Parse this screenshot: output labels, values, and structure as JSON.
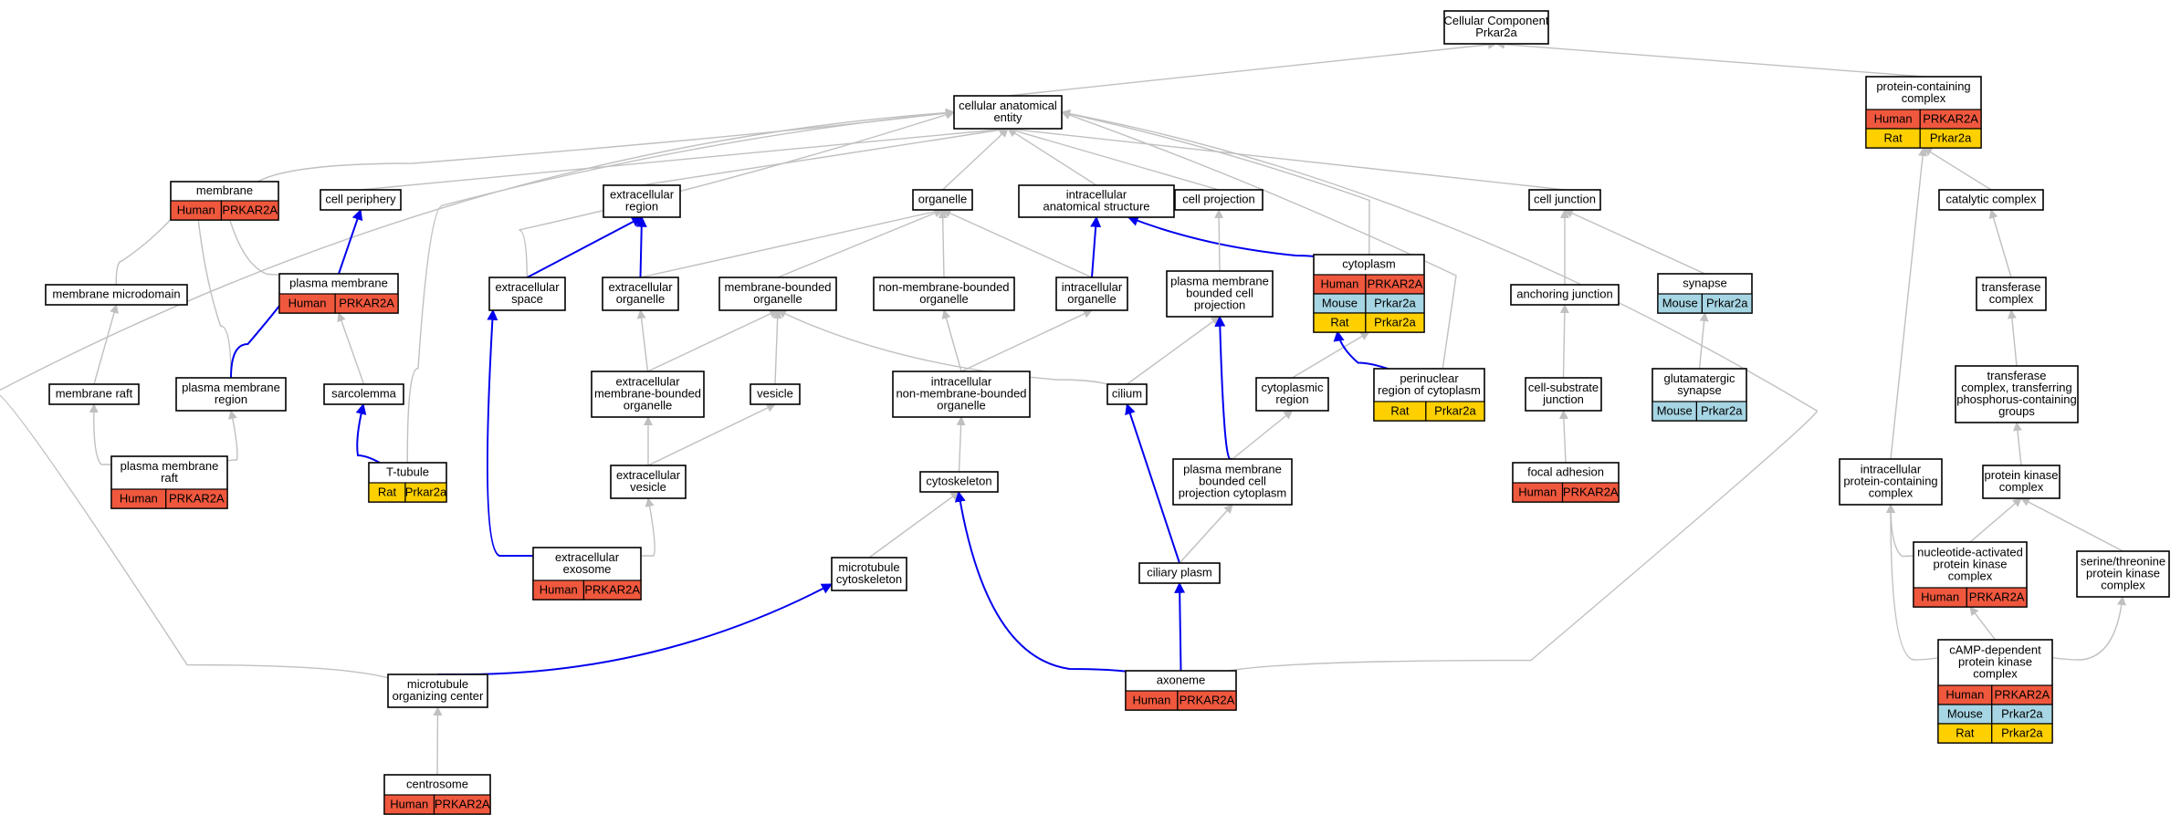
{
  "colors": {
    "Human": "#f0583e",
    "Mouse": "#a6d5e3",
    "Rat": "#ffd000",
    "edge_gray": "#c0c0c0",
    "edge_blue": "#0000ee"
  },
  "nodes": [
    {
      "id": "root",
      "lines": [
        "Cellular Component",
        "Prkar2a"
      ]
    },
    {
      "id": "cae",
      "lines": [
        "cellular anatomical",
        "entity"
      ]
    },
    {
      "id": "pcc",
      "lines": [
        "protein-containing",
        "complex"
      ],
      "rows": [
        [
          "Human",
          "PRKAR2A"
        ],
        [
          "Rat",
          "Prkar2a"
        ]
      ]
    },
    {
      "id": "membrane",
      "lines": [
        "membrane"
      ],
      "rows": [
        [
          "Human",
          "PRKAR2A"
        ]
      ]
    },
    {
      "id": "cellperiph",
      "lines": [
        "cell periphery"
      ]
    },
    {
      "id": "extreg",
      "lines": [
        "extracellular",
        "region"
      ]
    },
    {
      "id": "organelle",
      "lines": [
        "organelle"
      ]
    },
    {
      "id": "ias",
      "lines": [
        "intracellular",
        "anatomical structure"
      ]
    },
    {
      "id": "cellproj",
      "lines": [
        "cell projection"
      ]
    },
    {
      "id": "celljunc",
      "lines": [
        "cell junction"
      ]
    },
    {
      "id": "catcomp",
      "lines": [
        "catalytic complex"
      ]
    },
    {
      "id": "memmicro",
      "lines": [
        "membrane microdomain"
      ]
    },
    {
      "id": "plasmamem",
      "lines": [
        "plasma membrane"
      ],
      "rows": [
        [
          "Human",
          "PRKAR2A"
        ]
      ]
    },
    {
      "id": "extspace",
      "lines": [
        "extracellular",
        "space"
      ]
    },
    {
      "id": "extorg",
      "lines": [
        "extracellular",
        "organelle"
      ]
    },
    {
      "id": "mbo",
      "lines": [
        "membrane-bounded",
        "organelle"
      ]
    },
    {
      "id": "nmbo",
      "lines": [
        "non-membrane-bounded",
        "organelle"
      ]
    },
    {
      "id": "intorg",
      "lines": [
        "intracellular",
        "organelle"
      ]
    },
    {
      "id": "pmbcp",
      "lines": [
        "plasma membrane",
        "bounded cell",
        "projection"
      ]
    },
    {
      "id": "cytoplasm",
      "lines": [
        "cytoplasm"
      ],
      "rows": [
        [
          "Human",
          "PRKAR2A"
        ],
        [
          "Mouse",
          "Prkar2a"
        ],
        [
          "Rat",
          "Prkar2a"
        ]
      ]
    },
    {
      "id": "anchjunc",
      "lines": [
        "anchoring junction"
      ]
    },
    {
      "id": "synapse",
      "lines": [
        "synapse"
      ],
      "rows": [
        [
          "Mouse",
          "Prkar2a"
        ]
      ]
    },
    {
      "id": "transcomp",
      "lines": [
        "transferase",
        "complex"
      ]
    },
    {
      "id": "memraft",
      "lines": [
        "membrane raft"
      ]
    },
    {
      "id": "pmregion",
      "lines": [
        "plasma membrane",
        "region"
      ]
    },
    {
      "id": "sarcolemma",
      "lines": [
        "sarcolemma"
      ]
    },
    {
      "id": "embo",
      "lines": [
        "extracellular",
        "membrane-bounded",
        "organelle"
      ]
    },
    {
      "id": "vesicle",
      "lines": [
        "vesicle"
      ]
    },
    {
      "id": "inmbo",
      "lines": [
        "intracellular",
        "non-membrane-bounded",
        "organelle"
      ]
    },
    {
      "id": "cilium",
      "lines": [
        "cilium"
      ]
    },
    {
      "id": "cytoreg",
      "lines": [
        "cytoplasmic",
        "region"
      ]
    },
    {
      "id": "perinuc",
      "lines": [
        "perinuclear",
        "region of cytoplasm"
      ],
      "rows": [
        [
          "Rat",
          "Prkar2a"
        ]
      ]
    },
    {
      "id": "csjunc",
      "lines": [
        "cell-substrate",
        "junction"
      ]
    },
    {
      "id": "glusyn",
      "lines": [
        "glutamatergic",
        "synapse"
      ],
      "rows": [
        [
          "Mouse",
          "Prkar2a"
        ]
      ]
    },
    {
      "id": "tctp",
      "lines": [
        "transferase",
        "complex, transferring",
        "phosphorus-containing",
        "groups"
      ]
    },
    {
      "id": "pmraft",
      "lines": [
        "plasma membrane",
        "raft"
      ],
      "rows": [
        [
          "Human",
          "PRKAR2A"
        ]
      ]
    },
    {
      "id": "ttubule",
      "lines": [
        "T-tubule"
      ],
      "rows": [
        [
          "Rat",
          "Prkar2a"
        ]
      ]
    },
    {
      "id": "extves",
      "lines": [
        "extracellular",
        "vesicle"
      ]
    },
    {
      "id": "cytoskel",
      "lines": [
        "cytoskeleton"
      ]
    },
    {
      "id": "pmbcpc",
      "lines": [
        "plasma membrane",
        "bounded cell",
        "projection cytoplasm"
      ]
    },
    {
      "id": "focadh",
      "lines": [
        "focal adhesion"
      ],
      "rows": [
        [
          "Human",
          "PRKAR2A"
        ]
      ]
    },
    {
      "id": "ipcc",
      "lines": [
        "intracellular",
        "protein-containing",
        "complex"
      ]
    },
    {
      "id": "pkc",
      "lines": [
        "protein kinase",
        "complex"
      ]
    },
    {
      "id": "exosome",
      "lines": [
        "extracellular",
        "exosome"
      ],
      "rows": [
        [
          "Human",
          "PRKAR2A"
        ]
      ]
    },
    {
      "id": "mtcyto",
      "lines": [
        "microtubule",
        "cytoskeleton"
      ]
    },
    {
      "id": "cilplasm",
      "lines": [
        "ciliary plasm"
      ]
    },
    {
      "id": "napkc",
      "lines": [
        "nucleotide-activated",
        "protein kinase",
        "complex"
      ],
      "rows": [
        [
          "Human",
          "PRKAR2A"
        ]
      ]
    },
    {
      "id": "stpkc",
      "lines": [
        "serine/threonine",
        "protein kinase",
        "complex"
      ]
    },
    {
      "id": "mtoc",
      "lines": [
        "microtubule",
        "organizing center"
      ]
    },
    {
      "id": "axoneme",
      "lines": [
        "axoneme"
      ],
      "rows": [
        [
          "Human",
          "PRKAR2A"
        ]
      ]
    },
    {
      "id": "camp",
      "lines": [
        "cAMP-dependent",
        "protein kinase",
        "complex"
      ],
      "rows": [
        [
          "Human",
          "PRKAR2A"
        ],
        [
          "Mouse",
          "Prkar2a"
        ],
        [
          "Rat",
          "Prkar2a"
        ]
      ]
    },
    {
      "id": "centrosome",
      "lines": [
        "centrosome"
      ],
      "rows": [
        [
          "Human",
          "PRKAR2A"
        ]
      ]
    }
  ],
  "edges": [
    {
      "from": "cae",
      "to": "root",
      "color": "gray"
    },
    {
      "from": "pcc",
      "to": "root",
      "color": "gray"
    },
    {
      "from": "membrane",
      "to": "cae",
      "color": "gray"
    },
    {
      "from": "cellperiph",
      "to": "cae",
      "color": "gray"
    },
    {
      "from": "extreg",
      "to": "cae",
      "color": "gray"
    },
    {
      "from": "organelle",
      "to": "cae",
      "color": "gray"
    },
    {
      "from": "ias",
      "to": "cae",
      "color": "gray"
    },
    {
      "from": "cellproj",
      "to": "cae",
      "color": "gray"
    },
    {
      "from": "cytoplasm",
      "to": "cae",
      "color": "gray"
    },
    {
      "from": "celljunc",
      "to": "cae",
      "color": "gray"
    },
    {
      "from": "extspace",
      "to": "cae",
      "color": "gray"
    },
    {
      "from": "ttubule",
      "to": "cae",
      "color": "gray"
    },
    {
      "from": "perinuc",
      "to": "cae",
      "color": "gray"
    },
    {
      "from": "mtoc",
      "to": "cae",
      "color": "gray"
    },
    {
      "from": "axoneme",
      "to": "cae",
      "color": "gray"
    },
    {
      "from": "catcomp",
      "to": "pcc",
      "color": "gray"
    },
    {
      "from": "ipcc",
      "to": "pcc",
      "color": "gray"
    },
    {
      "from": "memmicro",
      "to": "membrane",
      "color": "gray"
    },
    {
      "from": "plasmamem",
      "to": "membrane",
      "color": "gray"
    },
    {
      "from": "pmregion",
      "to": "membrane",
      "color": "gray"
    },
    {
      "from": "plasmamem",
      "to": "cellperiph",
      "color": "blue"
    },
    {
      "from": "memraft",
      "to": "memmicro",
      "color": "gray"
    },
    {
      "from": "pmraft",
      "to": "memraft",
      "color": "gray"
    },
    {
      "from": "pmraft",
      "to": "pmregion",
      "color": "gray"
    },
    {
      "from": "pmregion",
      "to": "plasmamem",
      "color": "blue"
    },
    {
      "from": "sarcolemma",
      "to": "plasmamem",
      "color": "gray"
    },
    {
      "from": "ttubule",
      "to": "sarcolemma",
      "color": "blue"
    },
    {
      "from": "extspace",
      "to": "extreg",
      "color": "blue"
    },
    {
      "from": "extorg",
      "to": "extreg",
      "color": "blue"
    },
    {
      "from": "exosome",
      "to": "extspace",
      "color": "blue"
    },
    {
      "from": "extorg",
      "to": "organelle",
      "color": "gray"
    },
    {
      "from": "mbo",
      "to": "organelle",
      "color": "gray"
    },
    {
      "from": "nmbo",
      "to": "organelle",
      "color": "gray"
    },
    {
      "from": "intorg",
      "to": "organelle",
      "color": "gray"
    },
    {
      "from": "embo",
      "to": "extorg",
      "color": "gray"
    },
    {
      "from": "embo",
      "to": "mbo",
      "color": "gray"
    },
    {
      "from": "vesicle",
      "to": "mbo",
      "color": "gray"
    },
    {
      "from": "cilium",
      "to": "mbo",
      "color": "gray"
    },
    {
      "from": "extves",
      "to": "embo",
      "color": "gray"
    },
    {
      "from": "extves",
      "to": "vesicle",
      "color": "gray"
    },
    {
      "from": "exosome",
      "to": "extves",
      "color": "gray"
    },
    {
      "from": "inmbo",
      "to": "nmbo",
      "color": "gray"
    },
    {
      "from": "inmbo",
      "to": "intorg",
      "color": "gray"
    },
    {
      "from": "intorg",
      "to": "ias",
      "color": "blue"
    },
    {
      "from": "cytoplasm",
      "to": "ias",
      "color": "blue"
    },
    {
      "from": "cytoskel",
      "to": "inmbo",
      "color": "gray"
    },
    {
      "from": "mtcyto",
      "to": "cytoskel",
      "color": "gray"
    },
    {
      "from": "axoneme",
      "to": "cytoskel",
      "color": "blue"
    },
    {
      "from": "mtoc",
      "to": "mtcyto",
      "color": "blue"
    },
    {
      "from": "pmbcp",
      "to": "cellproj",
      "color": "gray"
    },
    {
      "from": "cilium",
      "to": "pmbcp",
      "color": "gray"
    },
    {
      "from": "pmbcpc",
      "to": "pmbcp",
      "color": "blue"
    },
    {
      "from": "cilplasm",
      "to": "cilium",
      "color": "blue"
    },
    {
      "from": "cytoreg",
      "to": "cytoplasm",
      "color": "gray"
    },
    {
      "from": "perinuc",
      "to": "cytoplasm",
      "color": "blue"
    },
    {
      "from": "pmbcpc",
      "to": "cytoreg",
      "color": "gray"
    },
    {
      "from": "cilplasm",
      "to": "pmbcpc",
      "color": "gray"
    },
    {
      "from": "axoneme",
      "to": "cilplasm",
      "color": "blue"
    },
    {
      "from": "centrosome",
      "to": "mtoc",
      "color": "gray"
    },
    {
      "from": "anchjunc",
      "to": "celljunc",
      "color": "gray"
    },
    {
      "from": "synapse",
      "to": "celljunc",
      "color": "gray"
    },
    {
      "from": "csjunc",
      "to": "anchjunc",
      "color": "gray"
    },
    {
      "from": "focadh",
      "to": "csjunc",
      "color": "gray"
    },
    {
      "from": "glusyn",
      "to": "synapse",
      "color": "gray"
    },
    {
      "from": "transcomp",
      "to": "catcomp",
      "color": "gray"
    },
    {
      "from": "tctp",
      "to": "transcomp",
      "color": "gray"
    },
    {
      "from": "pkc",
      "to": "tctp",
      "color": "gray"
    },
    {
      "from": "napkc",
      "to": "pkc",
      "color": "gray"
    },
    {
      "from": "stpkc",
      "to": "pkc",
      "color": "gray"
    },
    {
      "from": "napkc",
      "to": "ipcc",
      "color": "gray"
    },
    {
      "from": "camp",
      "to": "ipcc",
      "color": "gray"
    },
    {
      "from": "camp",
      "to": "stpkc",
      "color": "gray"
    },
    {
      "from": "camp",
      "to": "napkc",
      "color": "gray"
    }
  ]
}
